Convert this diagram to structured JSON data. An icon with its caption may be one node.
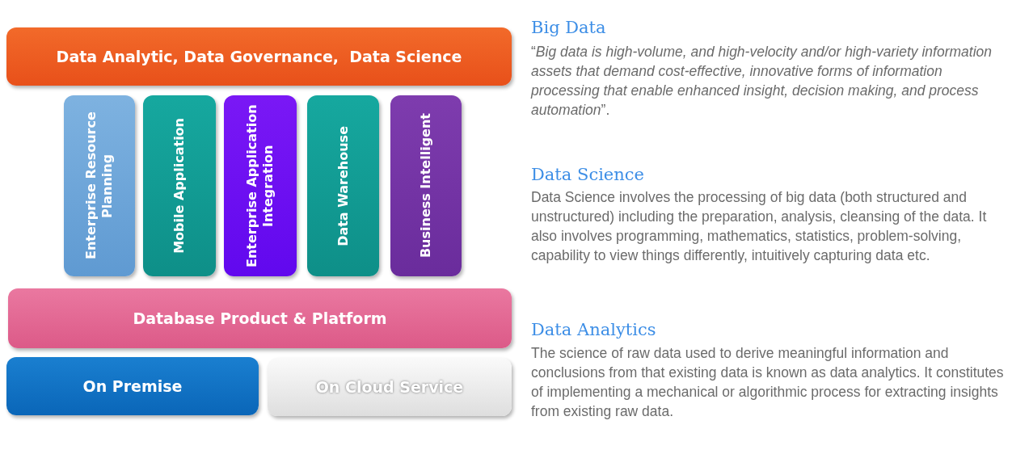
{
  "diagram": {
    "nodes": [
      {
        "text": [
          "Data Analytic, Data Governance,  Data Science"
        ]
      },
      {
        "text": [
          "Enterprise Resource Planning"
        ]
      },
      {
        "text": [
          "Mobile Application"
        ]
      },
      {
        "text": [
          "Enterprise Application Integration"
        ]
      },
      {
        "text": [
          "Data Warehouse"
        ]
      },
      {
        "text": [
          "Business Intelligent"
        ]
      },
      {
        "text": [
          "Database Product & Platform"
        ]
      },
      {
        "text": [
          "On Premise"
        ]
      },
      {
        "text": [
          "On Cloud Service"
        ]
      }
    ],
    "labels": [
      "Big Data",
      "“*Big data is high-volume, and high-velocity and/or high-variety information assets that demand cost-effective, innovative forms of information processing that enable enhanced insight, decision making, and process automation*”.",
      "Data Science",
      "Data Science involves the processing of big data (both structured and unstructured) including the preparation, analysis, cleansing of the data. It also involves programming, mathematics, statistics, problem-solving, capability to view things differently, intuitively capturing data etc.",
      "Data Analytics",
      "The science of raw data used to derive meaningful information and conclusions from that existing data is known as data analytics. It constitutes of implementing a mechanical or algorithmic process for extracting insights from existing raw data."
    ]
  }
}
